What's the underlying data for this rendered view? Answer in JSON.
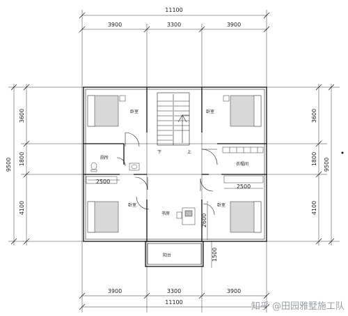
{
  "dimensions": {
    "top_total": "11100",
    "top_segments": [
      "3900",
      "3300",
      "3900"
    ],
    "bottom_segments": [
      "3900",
      "3300",
      "3900"
    ],
    "bottom_total": "11100",
    "left_total": "9500",
    "left_segments": [
      "3600",
      "1800",
      "4100"
    ],
    "right_total": "9500",
    "right_segments": [
      "3600",
      "1800",
      "4100"
    ],
    "inner_2500_left": "2500",
    "inner_2500_right": "2500",
    "inner_2600": "2600",
    "inner_1500": "1500"
  },
  "rooms": {
    "bedroom_top_left": "卧室",
    "bedroom_top_right": "卧室",
    "bedroom_bottom_left": "卧室",
    "bedroom_bottom_right": "卧室",
    "bathroom": "厕所",
    "closet": "衣帽间",
    "study": "书房",
    "balcony": "阳台",
    "stair_down": "下",
    "stair_up": "上"
  },
  "watermark": "知乎 @田园雅墅施工队"
}
